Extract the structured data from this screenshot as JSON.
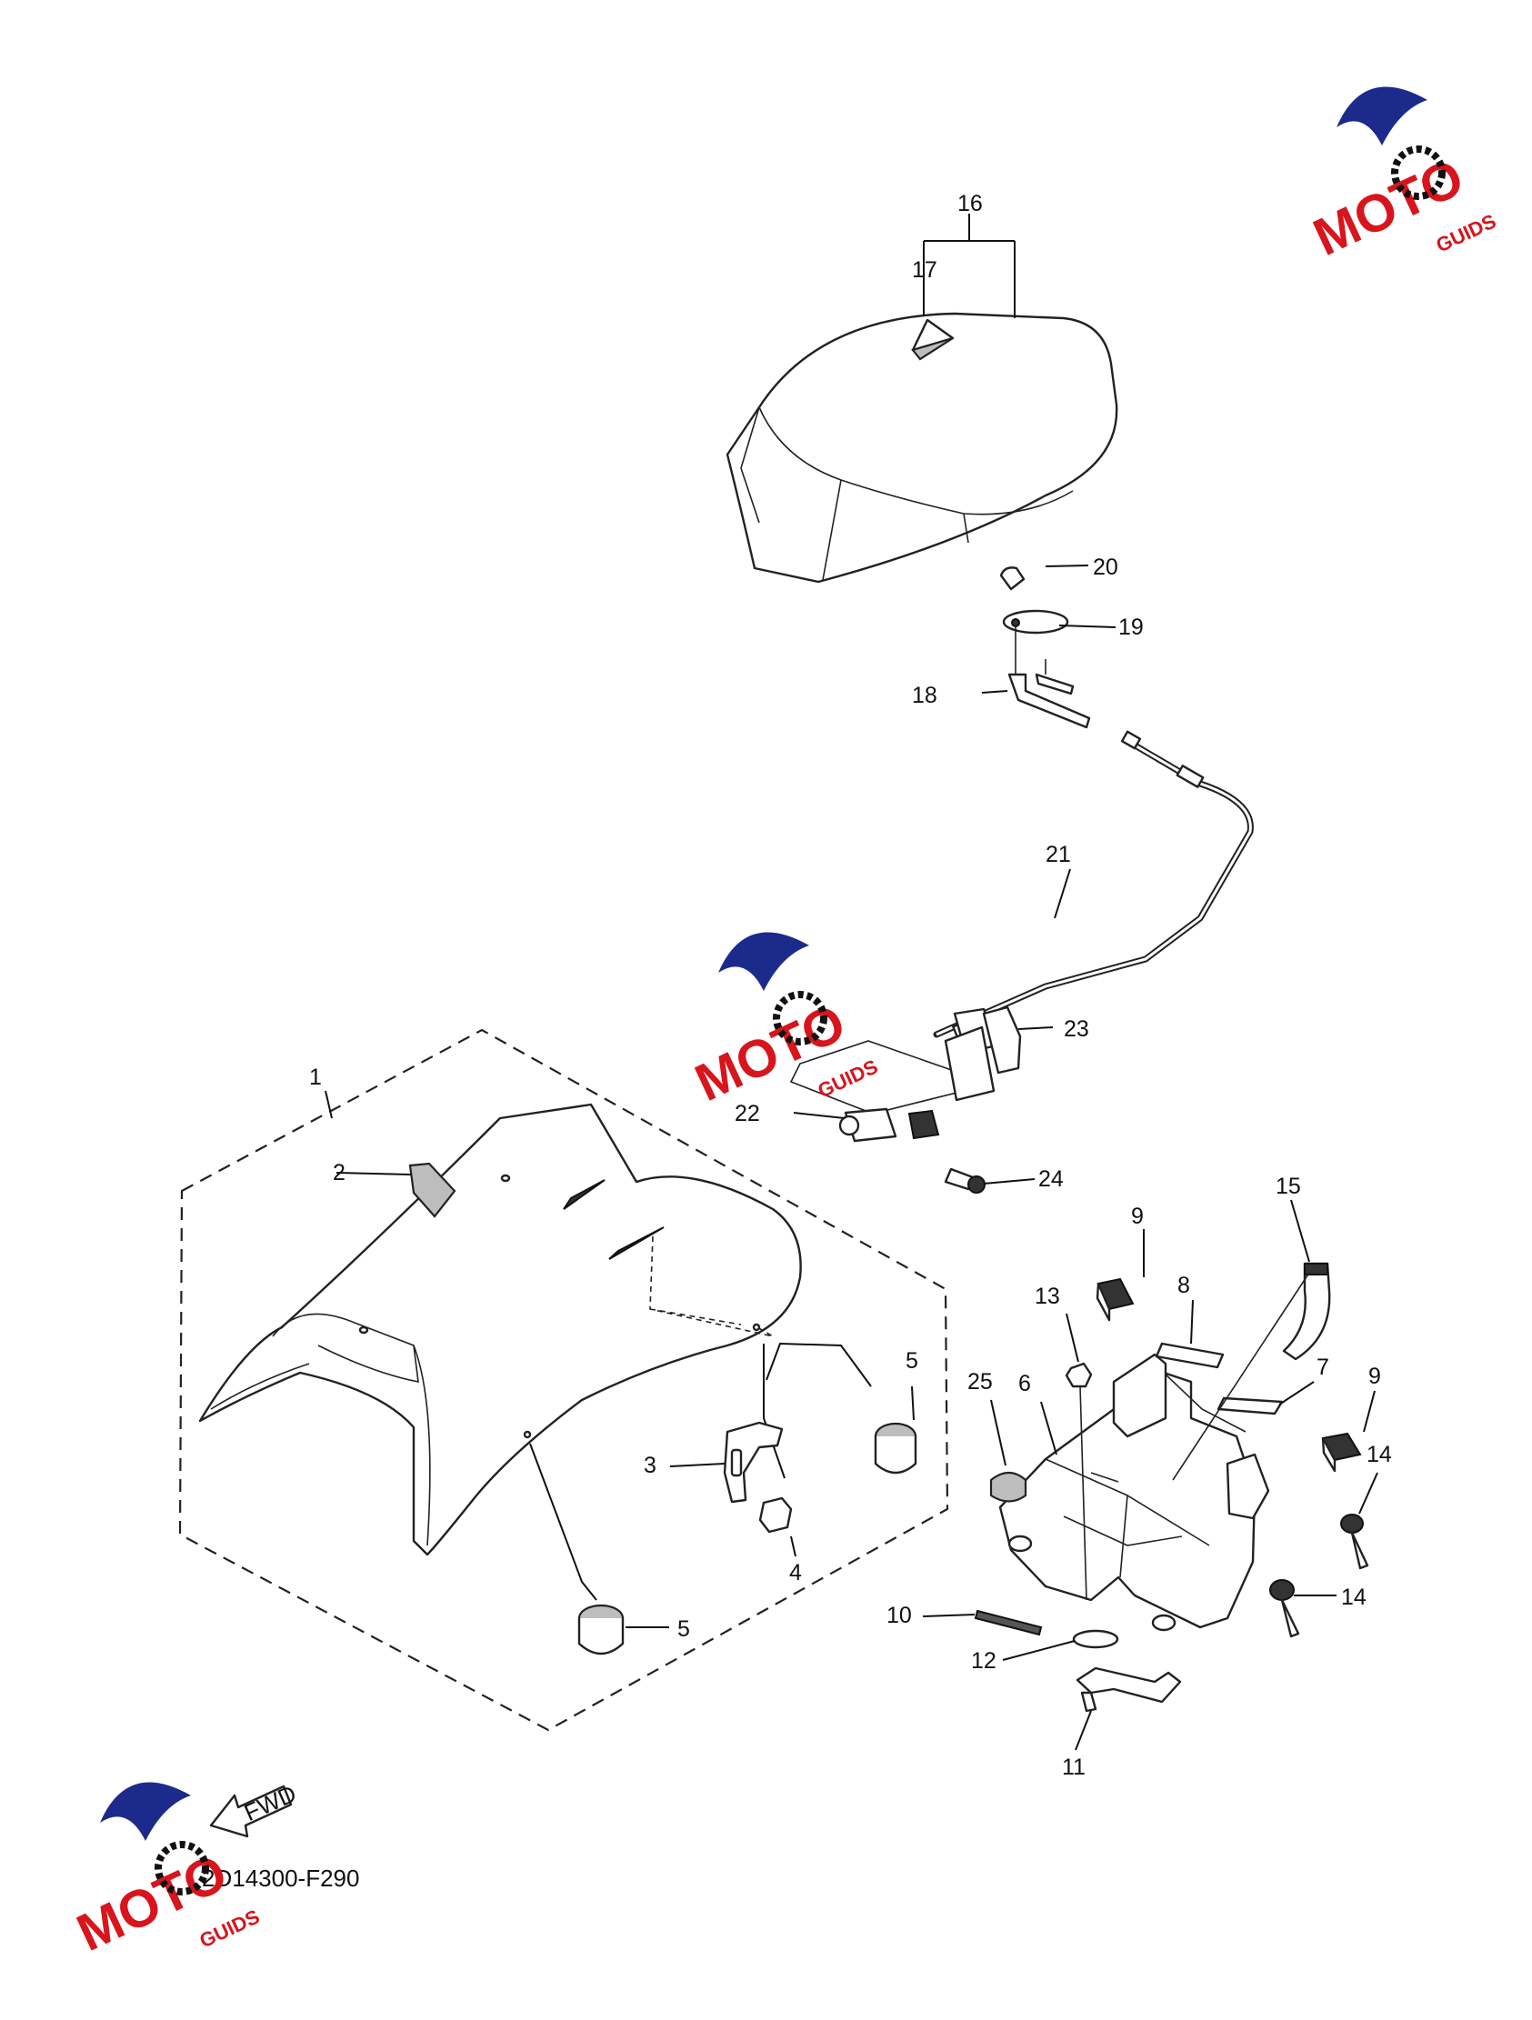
{
  "drawing_code": "2D14300-F290",
  "fwd_label": "FWD",
  "watermark": {
    "brand_text": "MOTO",
    "suffix_text": "GUIDS",
    "accent_color": "#d8141c",
    "swoosh_color": "#1c2a8c"
  },
  "callouts": [
    "1",
    "2",
    "3",
    "4",
    "5",
    "5",
    "6",
    "7",
    "8",
    "9",
    "9",
    "10",
    "11",
    "12",
    "13",
    "14",
    "14",
    "15",
    "16",
    "17",
    "18",
    "19",
    "20",
    "21",
    "22",
    "23",
    "24",
    "25"
  ]
}
